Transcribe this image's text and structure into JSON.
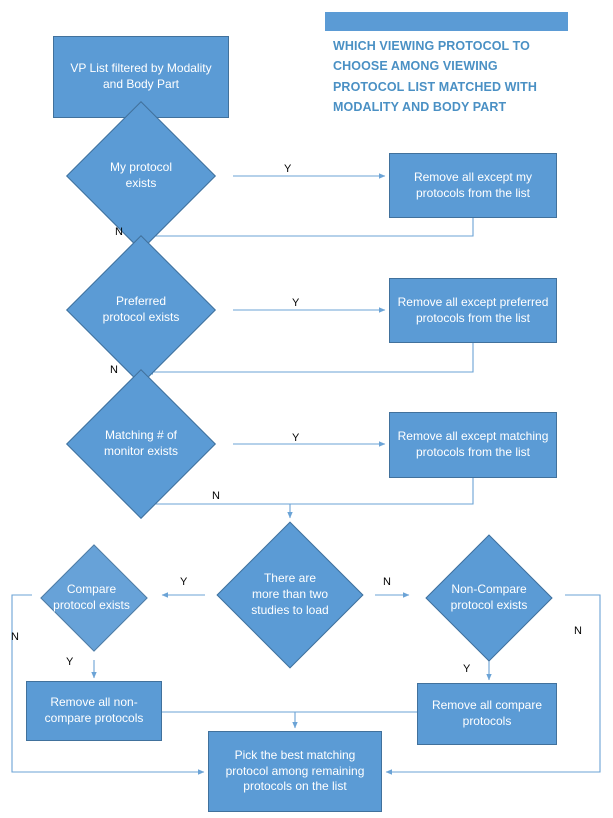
{
  "diagram": {
    "title_lines": [
      "WHICH VIEWING PROTOCOL TO",
      "CHOOSE AMONG VIEWING",
      "PROTOCOL LIST MATCHED WITH",
      "MODALITY AND BODY PART"
    ],
    "colors": {
      "node_fill": "#5b9bd5",
      "node_border": "#41719c",
      "node_text": "#ffffff",
      "title_text": "#4a90c4",
      "connector": "#6ba3d6",
      "label_text": "#000000",
      "background": "#ffffff"
    },
    "nodes": {
      "start": {
        "label": "VP List filtered by Modality and Body Part"
      },
      "d_my": {
        "label": "My protocol exists"
      },
      "p_my": {
        "label": "Remove all except my protocols from the list"
      },
      "d_pref": {
        "label": "Preferred protocol exists"
      },
      "p_pref": {
        "label": "Remove all except preferred protocols from the list"
      },
      "d_monitor": {
        "label": "Matching # of monitor exists"
      },
      "p_monitor": {
        "label": "Remove all except matching protocols from the list"
      },
      "d_two_studies": {
        "label": "There are more than two studies to load"
      },
      "d_compare": {
        "label": "Compare protocol exists"
      },
      "d_noncompare": {
        "label": "Non-Compare protocol exists"
      },
      "p_remove_noncompare": {
        "label": "Remove all non-compare protocols"
      },
      "p_remove_compare": {
        "label": "Remove all compare protocols"
      },
      "p_pick_best": {
        "label": "Pick the best matching protocol among remaining protocols on the list"
      }
    },
    "edge_labels": {
      "my_yes": "Y",
      "my_no": "N",
      "pref_yes": "Y",
      "pref_no": "N",
      "monitor_yes": "Y",
      "monitor_no": "N",
      "two_studies_yes": "Y",
      "two_studies_no": "N",
      "compare_yes": "Y",
      "compare_no": "N",
      "noncompare_yes": "Y",
      "noncompare_no": "N"
    }
  }
}
